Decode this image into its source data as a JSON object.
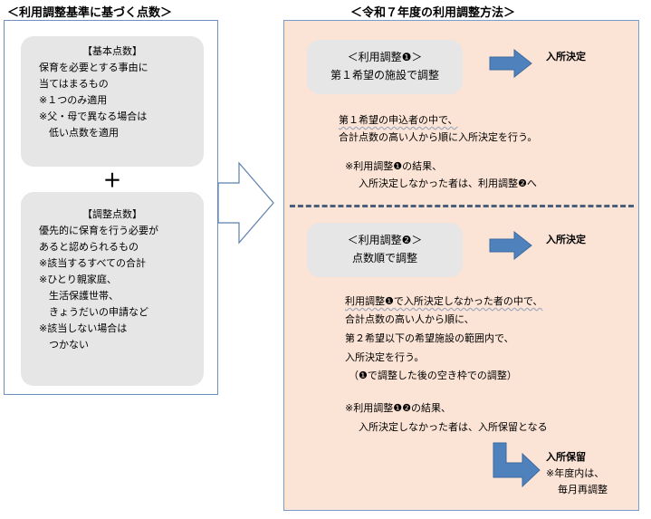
{
  "left": {
    "heading": "＜利用調整基準に基づく点数＞",
    "basic": {
      "lines": [
        "【基本点数】",
        "保育を必要とする事由に",
        "当てはまるもの",
        "※１つのみ適用",
        "※父・母で異なる場合は",
        "　低い点数を適用"
      ]
    },
    "plus": "＋",
    "adjust": {
      "lines": [
        "【調整点数】",
        "優先的に保育を行う必要が",
        "あると認められるもの",
        "※該当するすべての合計",
        "※ひとり親家庭、",
        "　生活保護世帯、",
        "　きょうだいの申請など",
        "※該当しない場合は",
        "　つかない"
      ]
    }
  },
  "right": {
    "heading": "＜令和７年度の利用調整方法＞",
    "step1": {
      "title": "＜利用調整❶＞",
      "subtitle": "第１希望の施設で調整",
      "result": "入所決定",
      "desc1": "第１希望の申込者の中で、",
      "desc2": "合計点数の高い人から順に入所決定を行う。",
      "note1": "※利用調整❶の結果、",
      "note2": "入所決定しなかった者は、利用調整❷へ"
    },
    "step2": {
      "title": "＜利用調整❷＞",
      "subtitle": "点数順で調整",
      "result": "入所決定",
      "desc1": "利用調整❶で入所決定しなかった者の中で、",
      "desc2": "合計点数の高い人から順に、",
      "desc3": "第２希望以下の希望施設の範囲内で、",
      "desc4": "入所決定を行う。",
      "desc5": "（❶で調整した後の空き枠での調整）",
      "note1": "※利用調整❶❷の結果、",
      "note2": "入所決定しなかった者は、入所保留となる"
    },
    "hold": {
      "title": "入所保留",
      "note1": "※年度内は、",
      "note2": "毎月再調整"
    }
  },
  "colors": {
    "arrow_blue": "#4f81bd",
    "panel_bg": "#fbe3d5",
    "box_gray": "#e7e6e6",
    "dash": "#4a5f7a"
  }
}
